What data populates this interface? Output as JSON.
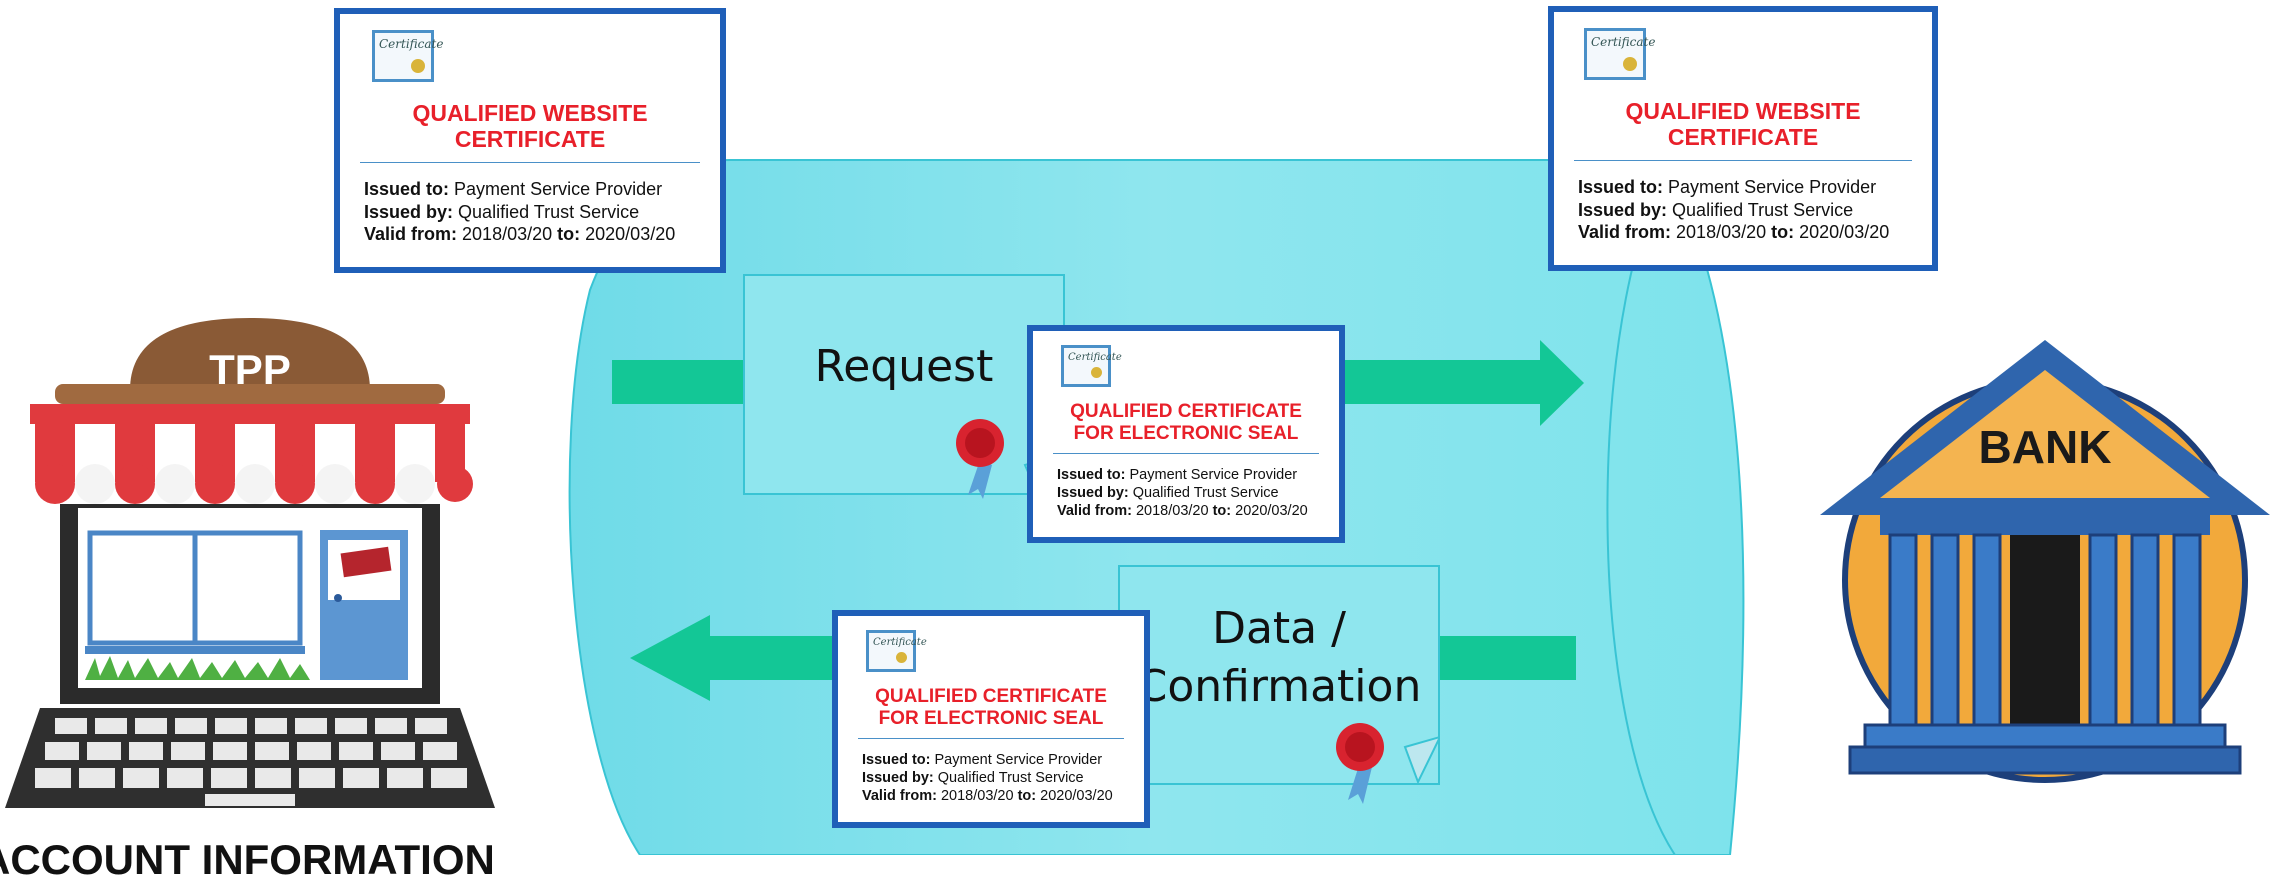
{
  "colors": {
    "cert_border": "#1f5fb8",
    "cert_title": "#e8202a",
    "arrow": "#13c796",
    "tunnel": "#7ee3ec",
    "bank_blue": "#3a7bc8",
    "awning_red": "#e03a3e"
  },
  "tpp_label": "TPP",
  "bank_label": "BANK",
  "footer_label": "ACCOUNT INFORMATION",
  "request_label": "Request",
  "response_label_line1": "Data /",
  "response_label_line2": "Confirmation",
  "certificates": {
    "website_left": {
      "logo_text": "Certificate",
      "title_line1": "QUALIFIED WEBSITE",
      "title_line2": "CERTIFICATE",
      "issued_to_label": "Issued to:",
      "issued_to": "Payment Service Provider",
      "issued_by_label": "Issued by:",
      "issued_by": "Qualified Trust Service",
      "valid_from_label": "Valid from:",
      "valid_from": "2018/03/20",
      "to_label": "to:",
      "valid_to": "2020/03/20"
    },
    "website_right": {
      "logo_text": "Certificate",
      "title_line1": "QUALIFIED WEBSITE",
      "title_line2": "CERTIFICATE",
      "issued_to_label": "Issued to:",
      "issued_to": "Payment Service Provider",
      "issued_by_label": "Issued by:",
      "issued_by": "Qualified Trust Service",
      "valid_from_label": "Valid from:",
      "valid_from": "2018/03/20",
      "to_label": "to:",
      "valid_to": "2020/03/20"
    },
    "seal_upper": {
      "logo_text": "Certificate",
      "title_line1": "QUALIFIED CERTIFICATE",
      "title_line2": "FOR ELECTRONIC SEAL",
      "issued_to_label": "Issued to:",
      "issued_to": "Payment Service Provider",
      "issued_by_label": "Issued by:",
      "issued_by": "Qualified Trust Service",
      "valid_from_label": "Valid from:",
      "valid_from": "2018/03/20",
      "to_label": "to:",
      "valid_to": "2020/03/20"
    },
    "seal_lower": {
      "logo_text": "Certificate",
      "title_line1": "QUALIFIED CERTIFICATE",
      "title_line2": "FOR ELECTRONIC SEAL",
      "issued_to_label": "Issued to:",
      "issued_to": "Payment Service Provider",
      "issued_by_label": "Issued by:",
      "issued_by": "Qualified Trust Service",
      "valid_from_label": "Valid from:",
      "valid_from": "2018/03/20",
      "to_label": "to:",
      "valid_to": "2020/03/20"
    }
  }
}
